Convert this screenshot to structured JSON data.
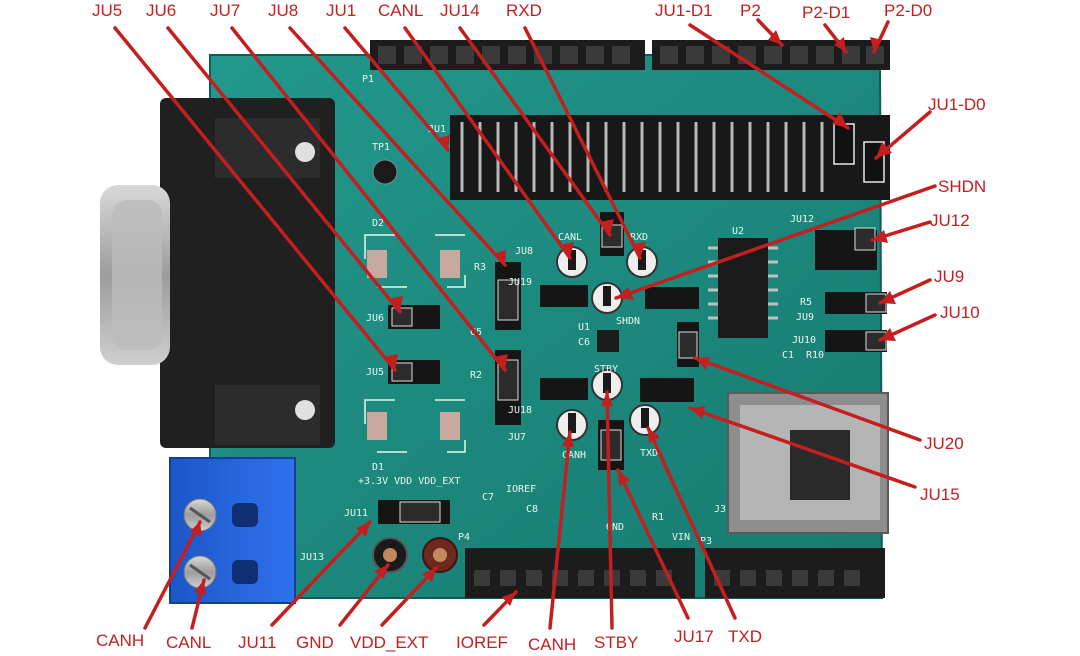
{
  "callouts": {
    "ju5": "JU5",
    "ju6": "JU6",
    "ju7": "JU7",
    "ju8": "JU8",
    "ju1": "JU1",
    "canl_top": "CANL",
    "ju14": "JU14",
    "rxd": "RXD",
    "ju1_d1": "JU1-D1",
    "p2": "P2",
    "p2_d1": "P2-D1",
    "p2_d0": "P2-D0",
    "ju1_d0": "JU1-D0",
    "shdn": "SHDN",
    "ju12": "JU12",
    "ju9": "JU9",
    "ju10": "JU10",
    "ju20": "JU20",
    "ju15": "JU15",
    "canh_bottom_left": "CANH",
    "canl_bottom_left": "CANL",
    "ju11": "JU11",
    "gnd": "GND",
    "vdd_ext": "VDD_EXT",
    "ioref": "IOREF",
    "canh_bottom": "CANH",
    "stby": "STBY",
    "ju17": "JU17",
    "txd": "TXD"
  },
  "silkscreen": {
    "p1": "P1",
    "ju1": "JU1",
    "tp1": "TP1",
    "d2": "D2",
    "d1": "D1",
    "ju8": "JU8",
    "r3": "R3",
    "ju6": "JU6",
    "ju5": "JU5",
    "c5": "C5",
    "r2": "R2",
    "ju7": "JU7",
    "ju19": "JU19",
    "ju18": "JU18",
    "u1": "U1",
    "c6": "C6",
    "canl": "CANL",
    "rxd": "RXD",
    "shdn": "SHDN",
    "stby": "STBY",
    "canh": "CANH",
    "txd": "TXD",
    "u2": "U2",
    "ju12": "JU12",
    "r5": "R5",
    "ju9": "JU9",
    "ju10": "JU10",
    "r10": "R10",
    "c1": "C1",
    "j3": "J3",
    "p3": "P3",
    "p4": "P4",
    "ju13": "JU13",
    "ju11": "JU11",
    "rail_labels": "+3.3V VDD VDD_EXT",
    "c7": "C7",
    "c8": "C8",
    "ioref": "IOREF",
    "gnd": "GND",
    "vin": "VIN",
    "r1": "R1"
  },
  "colors": {
    "board": "#1c8b80",
    "board_edge": "#156e66",
    "silk": "#e8f6f0",
    "terminal_block": "#1f5fd8",
    "callout": "#c41e1e",
    "header": "#1c1c1c"
  }
}
